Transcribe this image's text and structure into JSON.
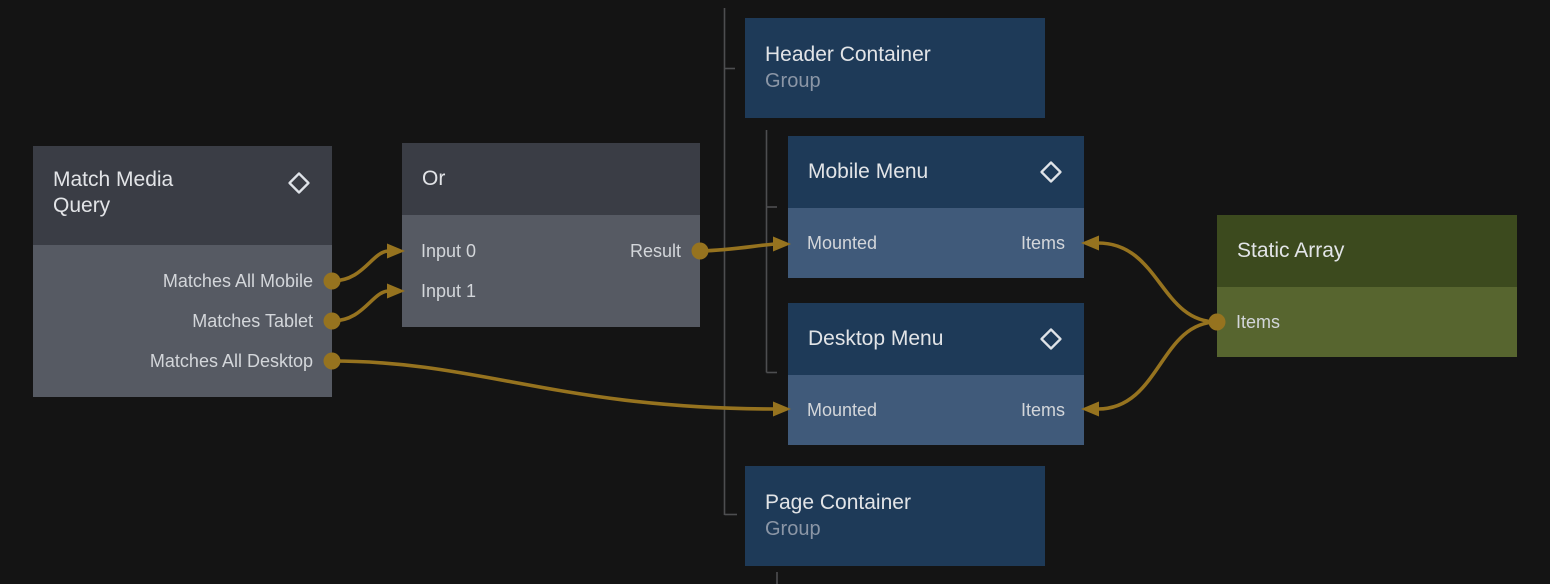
{
  "canvas": {
    "background": "#141414"
  },
  "colors": {
    "wire": "#96731f",
    "hierarchy_line": "#4d4e50",
    "logic_node_header": "#3a3d45",
    "logic_node_body": "#565a63",
    "visual_node_header": "#1e3a58",
    "visual_node_body": "#405a7a",
    "group_node": "#1e3a58",
    "array_node_header": "#3c4a1e",
    "array_node_body": "#57652f",
    "title_text": "#e2e4e7",
    "subtitle_text": "#8b96a6",
    "port_text": "#d3d6da"
  },
  "nodes": [
    {
      "id": "match-media-query",
      "title": "Match Media Query",
      "icon": "diamond",
      "outputs": [
        "Matches All Mobile",
        "Matches Tablet",
        "Matches All Desktop"
      ]
    },
    {
      "id": "or",
      "title": "Or",
      "inputs": [
        "Input 0",
        "Input 1"
      ],
      "outputs": [
        "Result"
      ]
    },
    {
      "id": "header-container",
      "title": "Header Container",
      "subtitle": "Group"
    },
    {
      "id": "mobile-menu",
      "title": "Mobile Menu",
      "icon": "diamond",
      "left_ports": [
        "Mounted"
      ],
      "right_ports": [
        "Items"
      ]
    },
    {
      "id": "desktop-menu",
      "title": "Desktop Menu",
      "icon": "diamond",
      "left_ports": [
        "Mounted"
      ],
      "right_ports": [
        "Items"
      ]
    },
    {
      "id": "static-array",
      "title": "Static Array",
      "left_ports": [
        "Items"
      ]
    },
    {
      "id": "page-container",
      "title": "Page Container",
      "subtitle": "Group"
    }
  ],
  "connections": [
    {
      "from": "Match Media Query / Matches All Mobile",
      "to": "Or / Input 0"
    },
    {
      "from": "Match Media Query / Matches Tablet",
      "to": "Or / Input 1"
    },
    {
      "from": "Match Media Query / Matches All Desktop",
      "to": "Desktop Menu / Mounted"
    },
    {
      "from": "Or / Result",
      "to": "Mobile Menu / Mounted"
    },
    {
      "from": "Static Array / Items",
      "to": "Mobile Menu / Items"
    },
    {
      "from": "Static Array / Items",
      "to": "Desktop Menu / Items"
    }
  ],
  "hierarchy": [
    {
      "parent": "Header Container",
      "children": [
        "Mobile Menu",
        "Desktop Menu"
      ]
    },
    {
      "parent": "(off-screen root)",
      "children": [
        "Header Container",
        "Page Container"
      ]
    }
  ]
}
